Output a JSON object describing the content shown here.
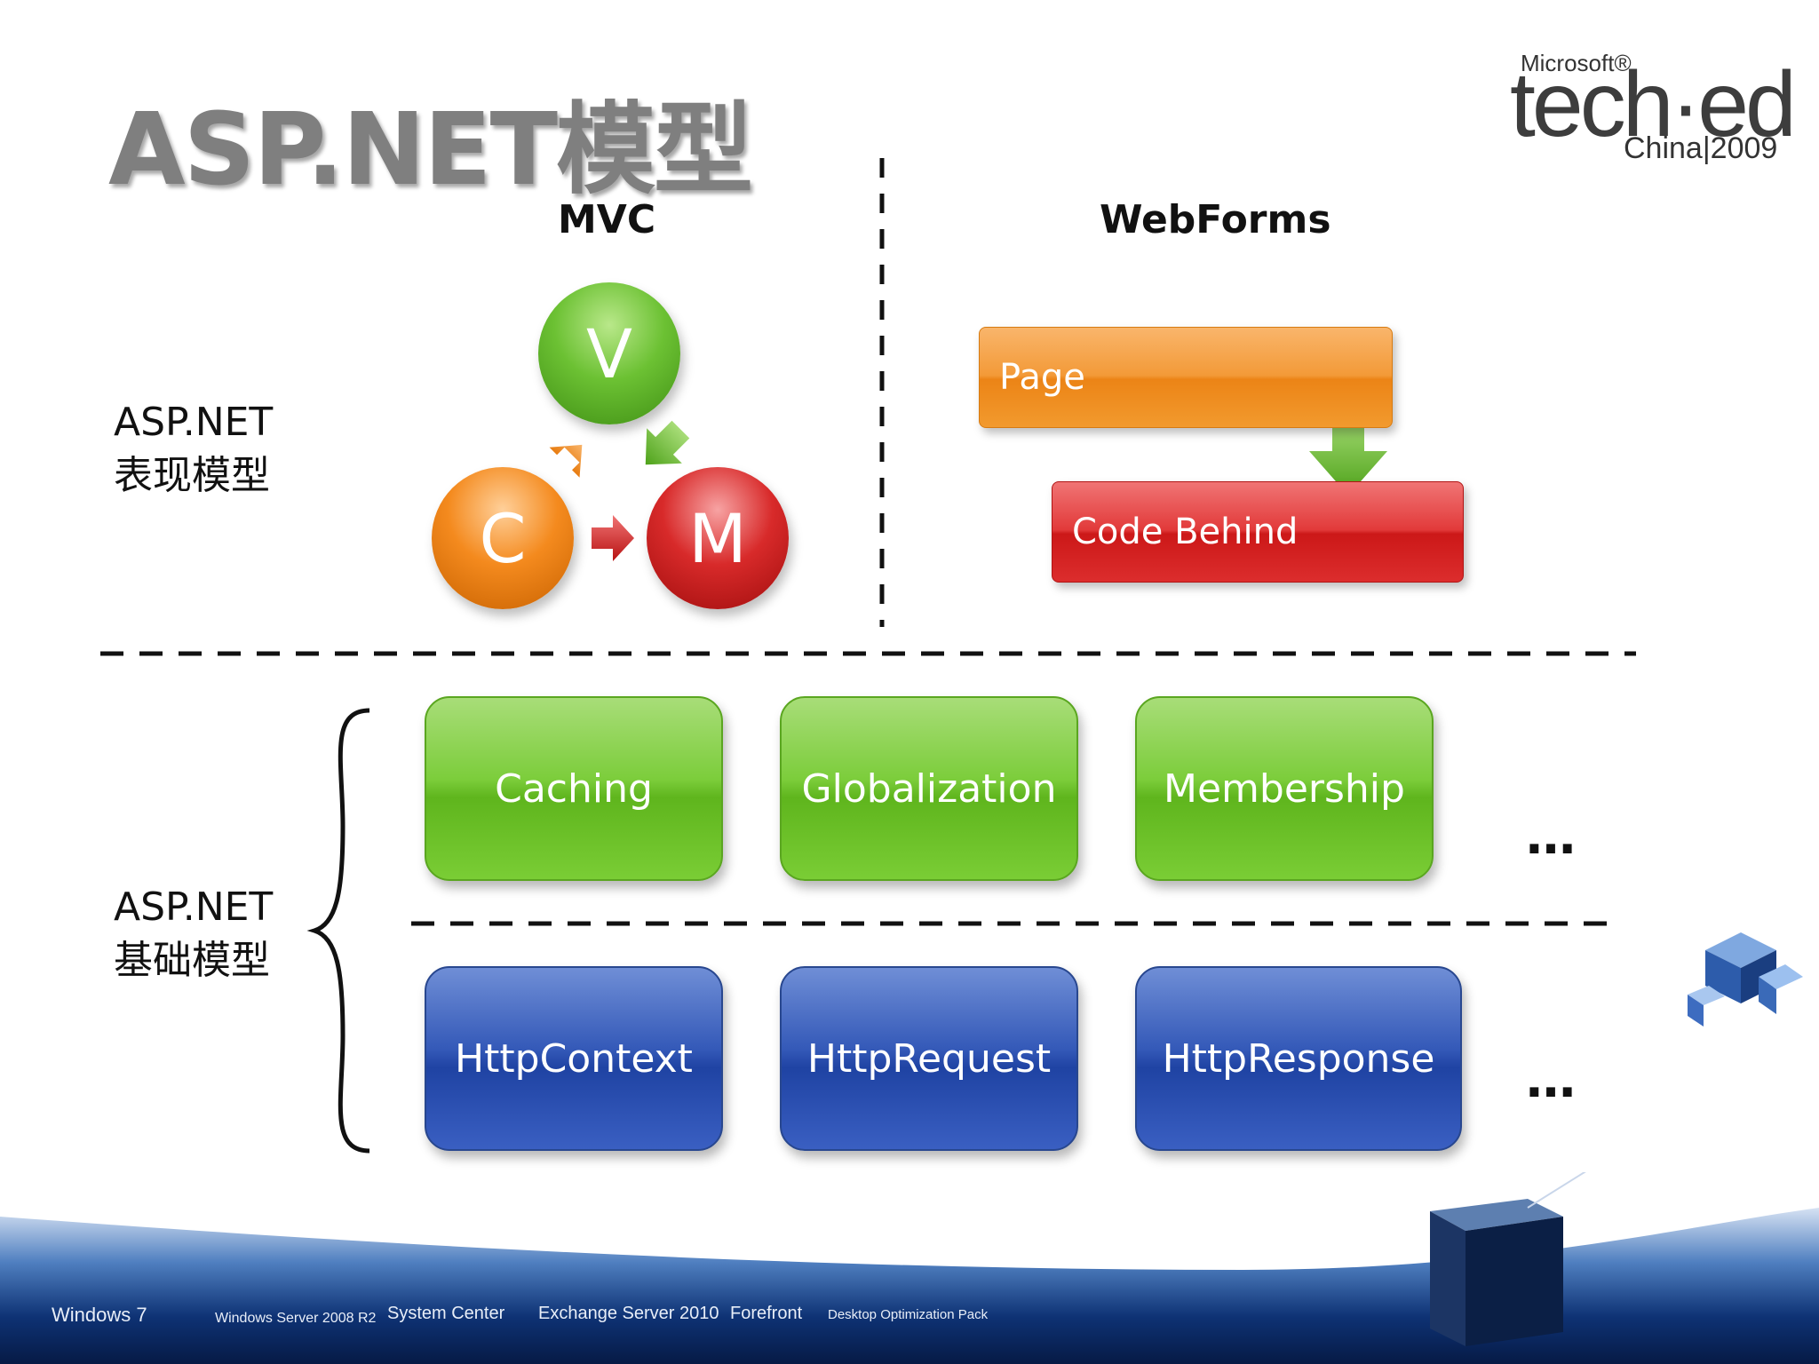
{
  "title": "ASP.NET模型",
  "logo": {
    "microsoft": "Microsoft®",
    "teched": "tech·ed",
    "china_year": "China|2009"
  },
  "presentation": {
    "label_line1": "ASP.NET",
    "label_line2": "表现模型",
    "mvc": {
      "heading": "MVC",
      "v": "V",
      "c": "C",
      "m": "M"
    },
    "webforms": {
      "heading": "WebForms",
      "page": "Page",
      "code_behind": "Code Behind"
    }
  },
  "foundation": {
    "label_line1": "ASP.NET",
    "label_line2": "基础模型",
    "services": [
      "Caching",
      "Globalization",
      "Membership"
    ],
    "core": [
      "HttpContext",
      "HttpRequest",
      "HttpResponse"
    ],
    "ellipsis_top": "…",
    "ellipsis_bottom": "…"
  },
  "footer": {
    "products": [
      "Windows 7",
      "Windows Server 2008 R2",
      "System Center",
      "Exchange Server 2010",
      "Forefront",
      "Desktop Optimization Pack"
    ]
  },
  "colors": {
    "green": "#6cc133",
    "orange": "#f48a1e",
    "red": "#d82a2a",
    "blue": "#2a4eae",
    "title_gray": "#7f7f7f"
  }
}
